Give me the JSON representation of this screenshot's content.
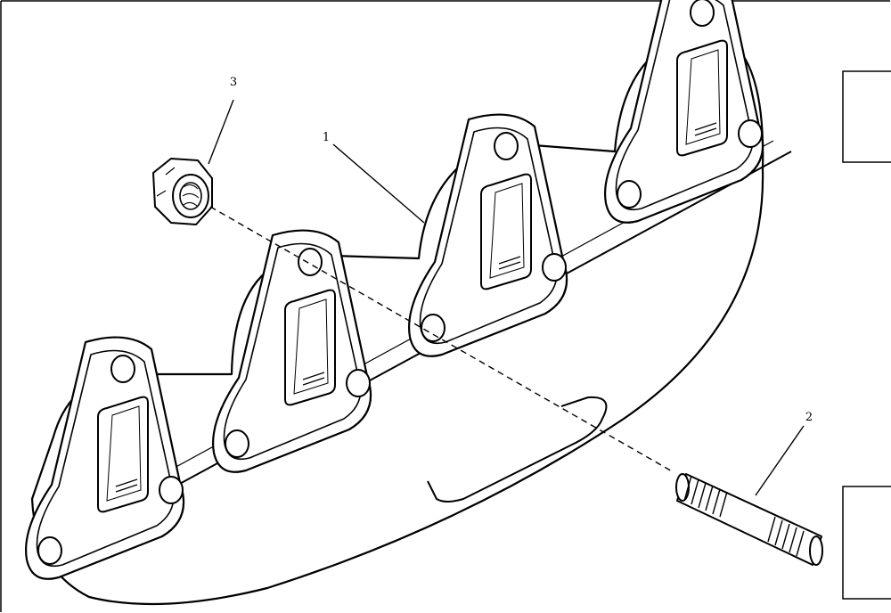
{
  "diagram": {
    "type": "exploded-parts-view",
    "line_color": "#000000",
    "background": "#ffffff"
  },
  "callouts": [
    {
      "number": "1",
      "part": "exhaust-manifold"
    },
    {
      "number": "2",
      "part": "stud"
    },
    {
      "number": "3",
      "part": "flange-nut"
    }
  ]
}
